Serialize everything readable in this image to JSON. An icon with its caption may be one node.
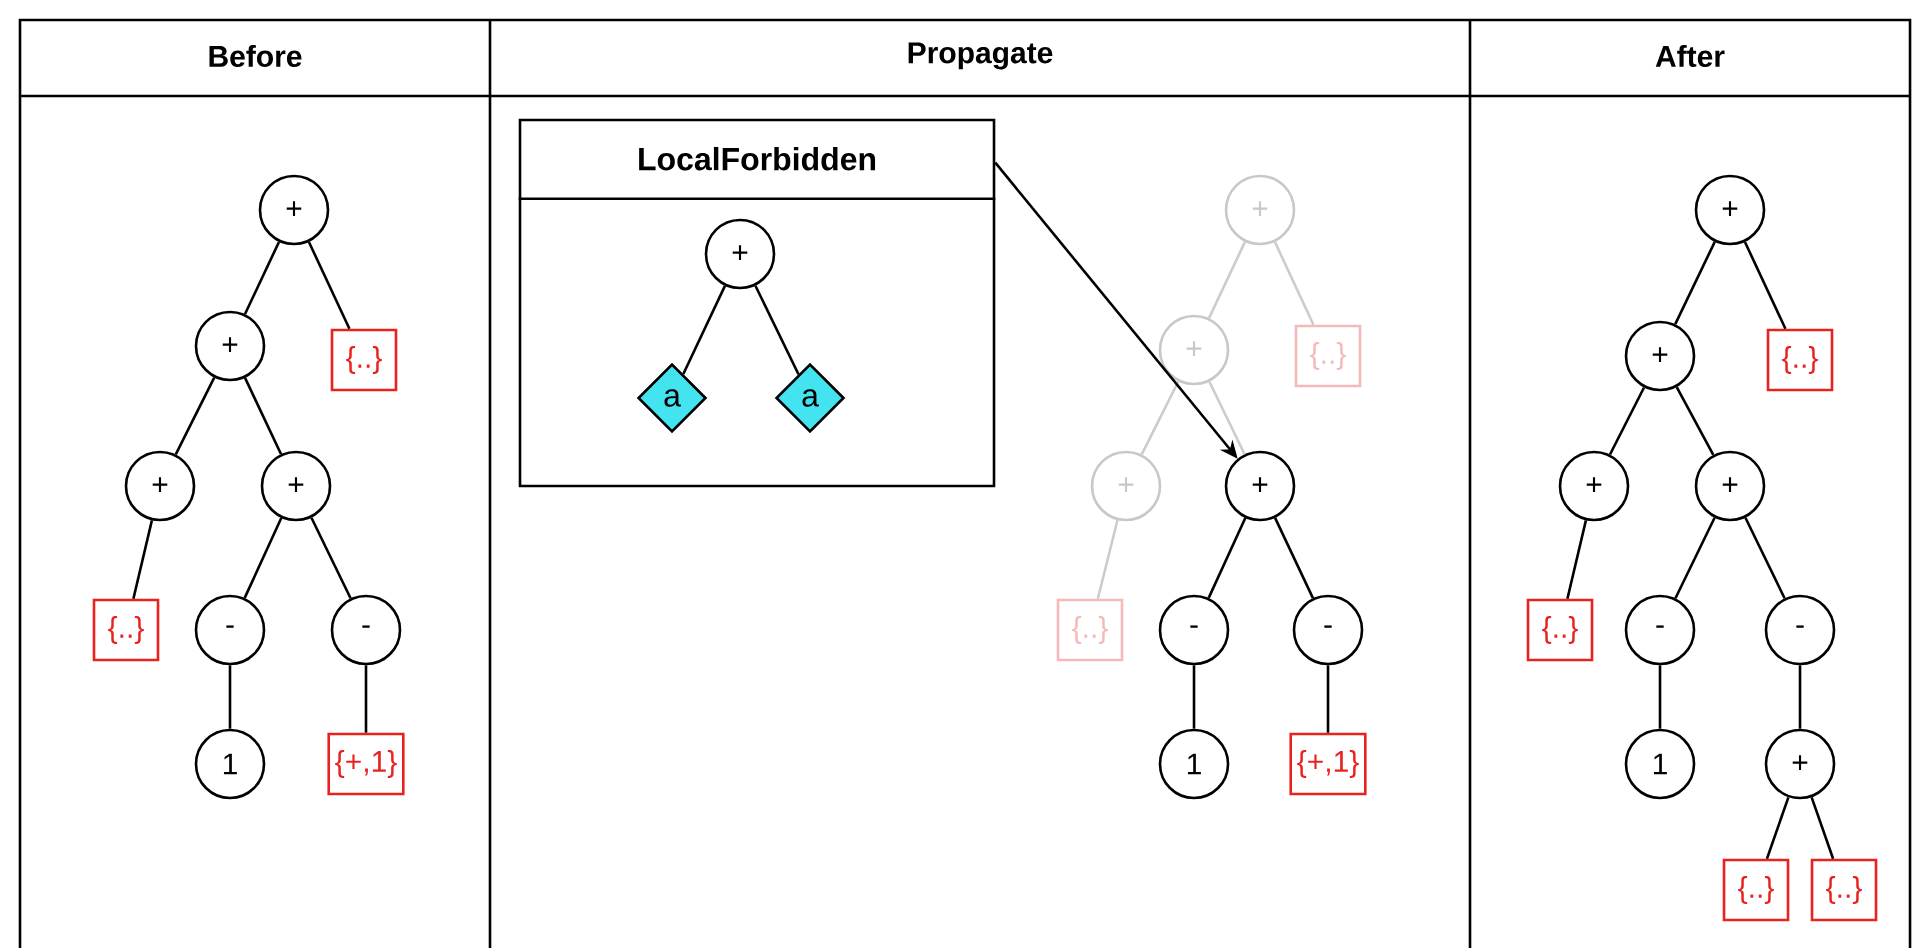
{
  "diagram": {
    "nodes": [
      {
        "text": [
          "+"
        ]
      },
      {
        "text": [
          "+"
        ]
      },
      {
        "text": [
          "{..}"
        ]
      },
      {
        "text": [
          "+"
        ]
      },
      {
        "text": [
          "+"
        ]
      },
      {
        "text": [
          "{..}"
        ]
      },
      {
        "text": [
          "-"
        ]
      },
      {
        "text": [
          "-"
        ]
      },
      {
        "text": [
          "1"
        ]
      },
      {
        "text": [
          "{+,1}"
        ]
      },
      {
        "text": [
          "LocalForbidden"
        ]
      },
      {
        "text": [
          "+"
        ],
        "in": 10
      },
      {
        "text": [
          "a"
        ],
        "in": 10
      },
      {
        "text": [
          "a"
        ],
        "in": 10
      },
      {
        "text": [
          "+"
        ]
      },
      {
        "text": [
          "+"
        ]
      },
      {
        "text": [
          "{..}"
        ]
      },
      {
        "text": [
          "+"
        ]
      },
      {
        "text": [
          "+"
        ]
      },
      {
        "text": [
          "{..}"
        ]
      },
      {
        "text": [
          "-"
        ]
      },
      {
        "text": [
          "-"
        ]
      },
      {
        "text": [
          "1"
        ]
      },
      {
        "text": [
          "{+,1}"
        ]
      },
      {
        "text": [
          "+"
        ]
      },
      {
        "text": [
          "+"
        ]
      },
      {
        "text": [
          "{..}"
        ]
      },
      {
        "text": [
          "+"
        ]
      },
      {
        "text": [
          "+"
        ]
      },
      {
        "text": [
          "{..}"
        ]
      },
      {
        "text": [
          "-"
        ]
      },
      {
        "text": [
          "-"
        ]
      },
      {
        "text": [
          "1"
        ]
      },
      {
        "text": [
          "+"
        ]
      },
      {
        "text": [
          "{..}"
        ]
      },
      {
        "text": [
          "{..}"
        ]
      }
    ],
    "edges": [
      {
        "from": 0,
        "to": 1,
        "arrow": "none"
      },
      {
        "from": 0,
        "to": 2,
        "arrow": "none"
      },
      {
        "from": 1,
        "to": 3,
        "arrow": "none"
      },
      {
        "from": 1,
        "to": 4,
        "arrow": "none"
      },
      {
        "from": 3,
        "to": 5,
        "arrow": "none"
      },
      {
        "from": 4,
        "to": 6,
        "arrow": "none"
      },
      {
        "from": 4,
        "to": 7,
        "arrow": "none"
      },
      {
        "from": 6,
        "to": 8,
        "arrow": "none"
      },
      {
        "from": 7,
        "to": 9,
        "arrow": "none"
      },
      {
        "from": 11,
        "to": 12,
        "arrow": "none"
      },
      {
        "from": 11,
        "to": 13,
        "arrow": "none"
      },
      {
        "from": 14,
        "to": 15,
        "arrow": "none",
        "color": "#cccccc"
      },
      {
        "from": 14,
        "to": 16,
        "arrow": "none",
        "color": "#cccccc"
      },
      {
        "from": 15,
        "to": 17,
        "arrow": "none",
        "color": "#cccccc"
      },
      {
        "from": 15,
        "to": 18,
        "arrow": "none",
        "color": "#cccccc"
      },
      {
        "from": 17,
        "to": 19,
        "arrow": "none",
        "color": "#cccccc"
      },
      {
        "from": 18,
        "to": 20,
        "arrow": "none"
      },
      {
        "from": 18,
        "to": 21,
        "arrow": "none"
      },
      {
        "from": 20,
        "to": 22,
        "arrow": "none"
      },
      {
        "from": 21,
        "to": 23,
        "arrow": "none"
      },
      {
        "from": 10,
        "to": 18,
        "arrow": "to"
      },
      {
        "from": 24,
        "to": 25,
        "arrow": "none"
      },
      {
        "from": 24,
        "to": 26,
        "arrow": "none"
      },
      {
        "from": 25,
        "to": 27,
        "arrow": "none"
      },
      {
        "from": 25,
        "to": 28,
        "arrow": "none"
      },
      {
        "from": 27,
        "to": 29,
        "arrow": "none"
      },
      {
        "from": 28,
        "to": 30,
        "arrow": "none"
      },
      {
        "from": 28,
        "to": 31,
        "arrow": "none"
      },
      {
        "from": 30,
        "to": 32,
        "arrow": "none"
      },
      {
        "from": 31,
        "to": 33,
        "arrow": "none"
      },
      {
        "from": 33,
        "to": 34,
        "arrow": "none"
      },
      {
        "from": 33,
        "to": 35,
        "arrow": "none"
      }
    ],
    "labels": [
      "Before",
      "Propagate",
      "After"
    ]
  }
}
